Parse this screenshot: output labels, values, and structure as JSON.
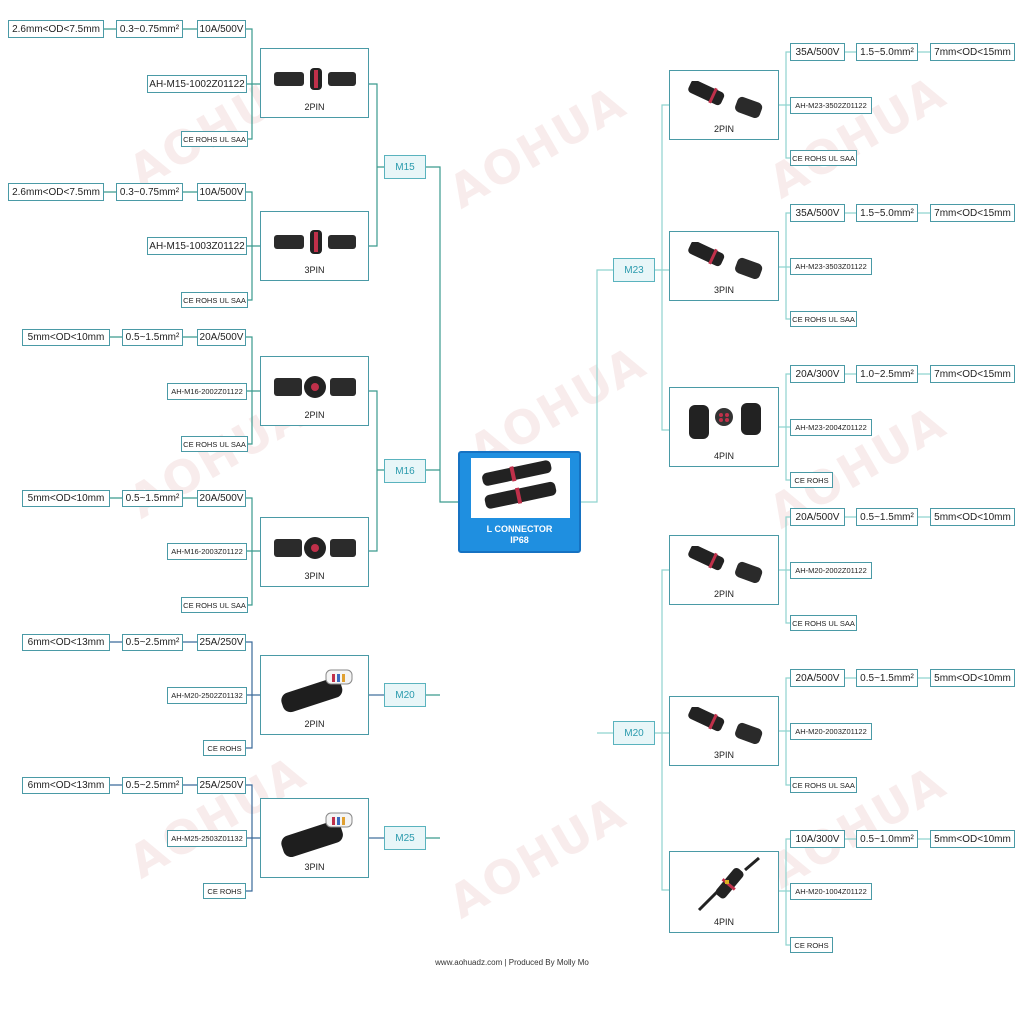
{
  "watermark": "AOHUA",
  "center": {
    "line1": "L CONNECTOR",
    "line2": "IP68"
  },
  "footer": "www.aohuadz.com | Produced By Molly Mo",
  "groups": {
    "left_m15": "M15",
    "left_m16": "M16",
    "left_m20": "M20",
    "left_m25": "M25",
    "right_m23": "M23",
    "right_m20": "M20"
  },
  "left_products": [
    {
      "pins": "2PIN",
      "od": "2.6mm<OD<7.5mm",
      "area": "0.3~0.75mm²",
      "rating": "10A/500V",
      "model": "AH-M15-1002Z01122",
      "cert": "CE ROHS UL SAA"
    },
    {
      "pins": "3PIN",
      "od": "2.6mm<OD<7.5mm",
      "area": "0.3~0.75mm²",
      "rating": "10A/500V",
      "model": "AH-M15-1003Z01122",
      "cert": "CE ROHS UL SAA"
    },
    {
      "pins": "2PIN",
      "od": "5mm<OD<10mm",
      "area": "0.5~1.5mm²",
      "rating": "20A/500V",
      "model": "AH-M16-2002Z01122",
      "cert": "CE ROHS UL SAA"
    },
    {
      "pins": "3PIN",
      "od": "5mm<OD<10mm",
      "area": "0.5~1.5mm²",
      "rating": "20A/500V",
      "model": "AH-M16-2003Z01122",
      "cert": "CE ROHS UL SAA"
    },
    {
      "pins": "2PIN",
      "od": "6mm<OD<13mm",
      "area": "0.5~2.5mm²",
      "rating": "25A/250V",
      "model": "AH-M20-2502Z01132",
      "cert": "CE ROHS"
    },
    {
      "pins": "3PIN",
      "od": "6mm<OD<13mm",
      "area": "0.5~2.5mm²",
      "rating": "25A/250V",
      "model": "AH-M25-2503Z01132",
      "cert": "CE ROHS"
    }
  ],
  "right_products": [
    {
      "pins": "2PIN",
      "rating": "35A/500V",
      "area": "1.5~5.0mm²",
      "od": "7mm<OD<15mm",
      "model": "AH-M23-3502Z01122",
      "cert": "CE ROHS UL SAA"
    },
    {
      "pins": "3PIN",
      "rating": "35A/500V",
      "area": "1.5~5.0mm²",
      "od": "7mm<OD<15mm",
      "model": "AH-M23-3503Z01122",
      "cert": "CE ROHS UL SAA"
    },
    {
      "pins": "4PIN",
      "rating": "20A/300V",
      "area": "1.0~2.5mm²",
      "od": "7mm<OD<15mm",
      "model": "AH-M23-2004Z01122",
      "cert": "CE ROHS"
    },
    {
      "pins": "2PIN",
      "rating": "20A/500V",
      "area": "0.5~1.5mm²",
      "od": "5mm<OD<10mm",
      "model": "AH-M20-2002Z01122",
      "cert": "CE ROHS UL SAA"
    },
    {
      "pins": "3PIN",
      "rating": "20A/500V",
      "area": "0.5~1.5mm²",
      "od": "5mm<OD<10mm",
      "model": "AH-M20-2003Z01122",
      "cert": "CE ROHS UL SAA"
    },
    {
      "pins": "4PIN",
      "rating": "10A/300V",
      "area": "0.5~1.0mm²",
      "od": "5mm<OD<10mm",
      "model": "AH-M20-1004Z01122",
      "cert": "CE ROHS"
    }
  ]
}
